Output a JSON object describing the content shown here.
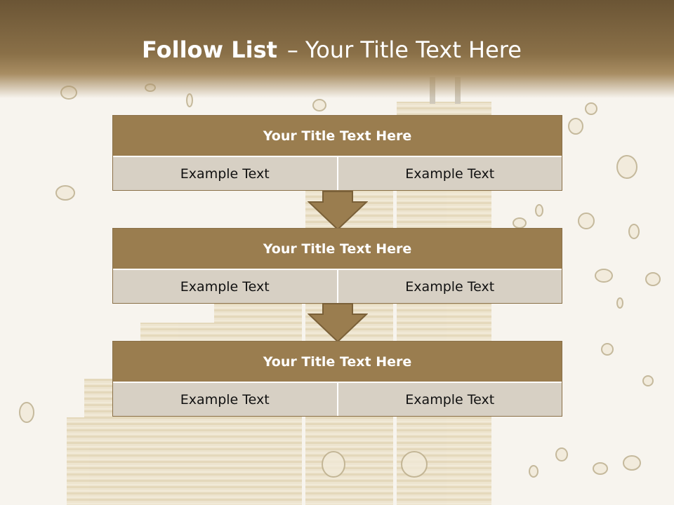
{
  "slide": {
    "title_bold": "Follow List",
    "title_sep": "–",
    "title_rest": "Your Title Text Here"
  },
  "blocks": [
    {
      "title": "Your Title Text Here",
      "left": "Example Text",
      "right": "Example Text"
    },
    {
      "title": "Your Title Text Here",
      "left": "Example Text",
      "right": "Example Text"
    },
    {
      "title": "Your Title Text Here",
      "left": "Example Text",
      "right": "Example Text"
    }
  ],
  "colors": {
    "header": "#8a7048",
    "block_header": "#9a7d4f",
    "block_cell": "#d7d0c4",
    "background": "#f7f4ee"
  }
}
